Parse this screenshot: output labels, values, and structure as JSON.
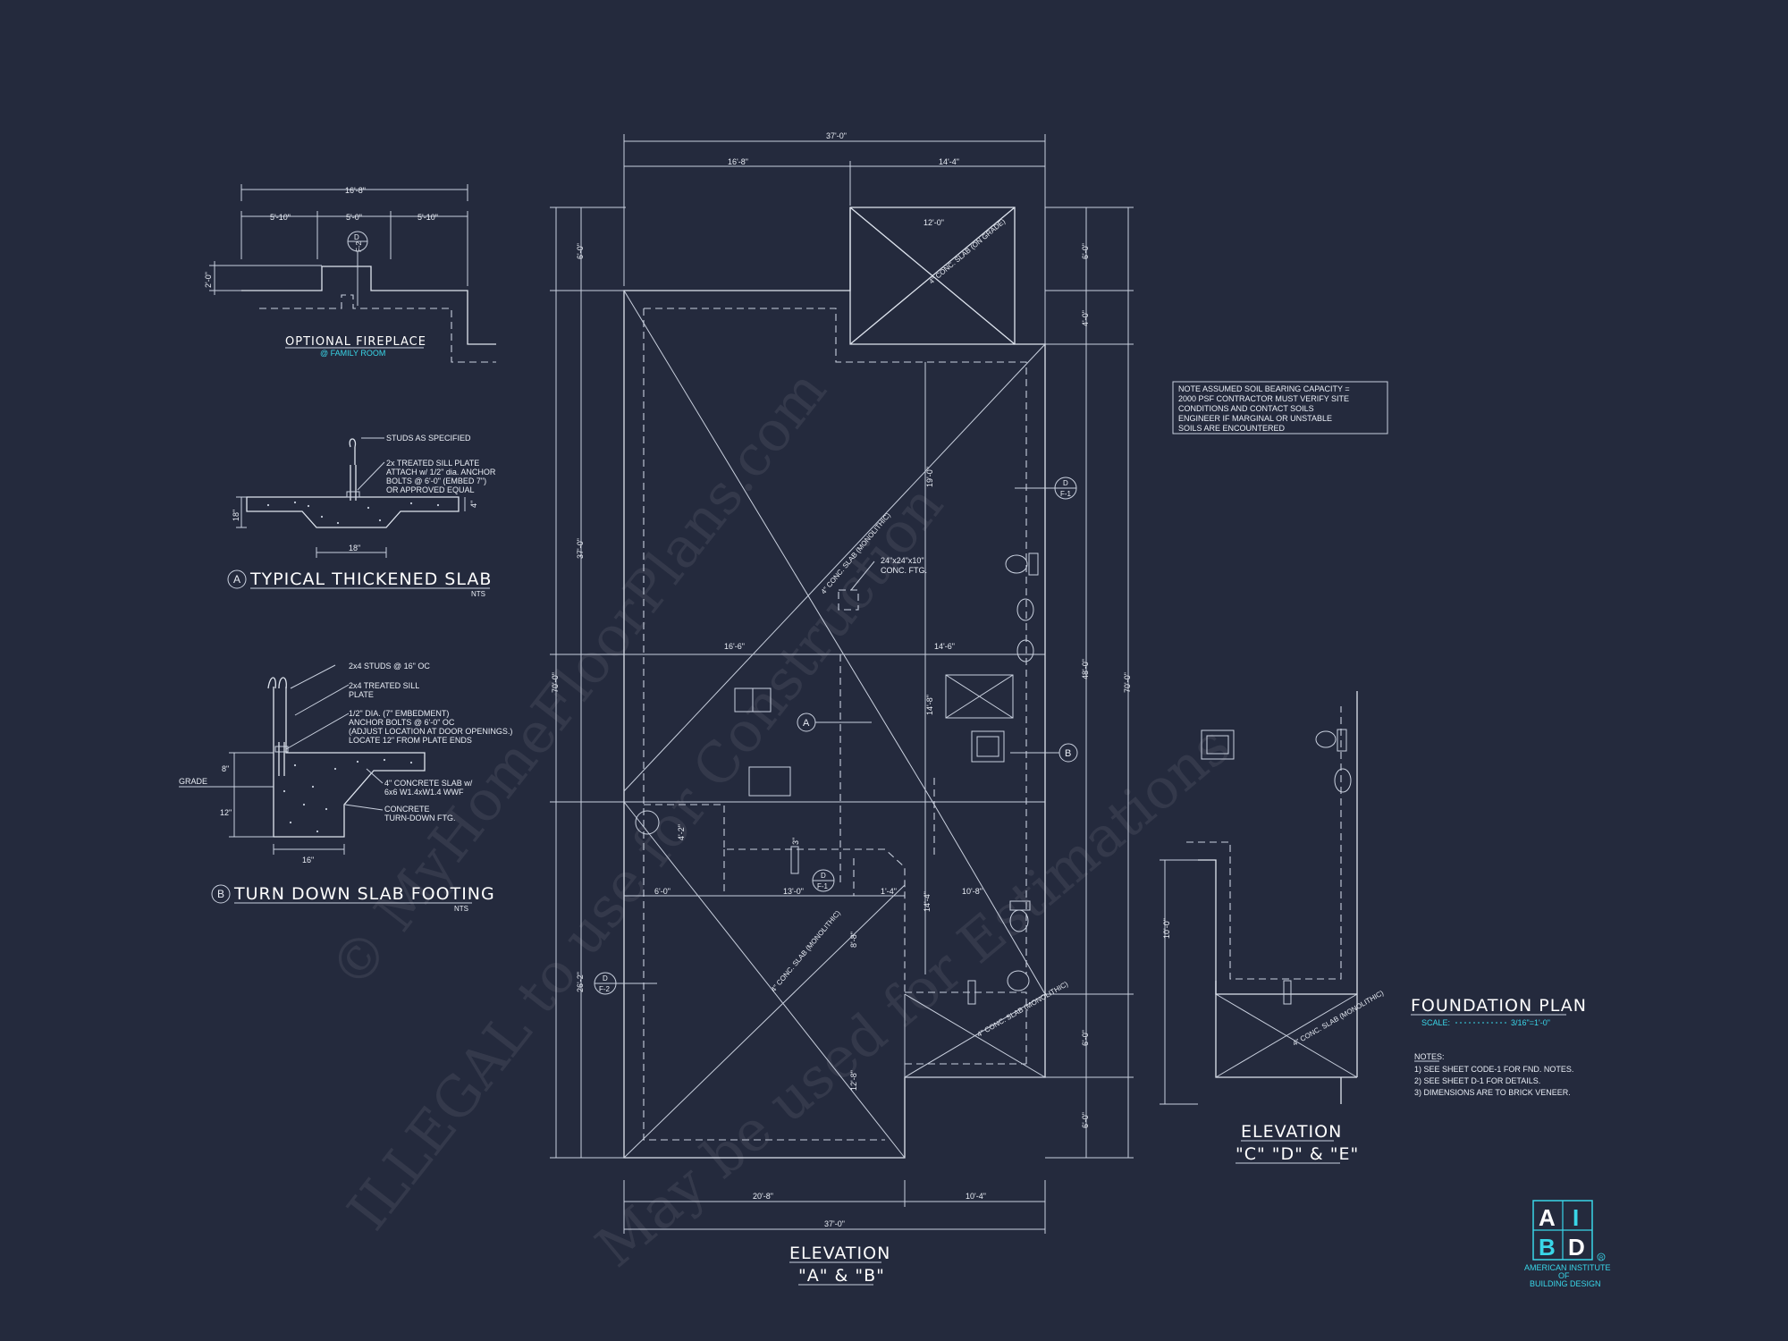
{
  "watermark": {
    "line1": "© MyHomeFloorPlans.com",
    "line2": "ILLEGAL to use for Construction",
    "line3": "May be used for Estimations"
  },
  "fireplace": {
    "title": "OPTIONAL FIREPLACE",
    "subtitle": "@ FAMILY ROOM",
    "dim_total": "16'-8\"",
    "dim_left": "5'-10\"",
    "dim_mid": "5'-0\"",
    "dim_right": "5'-10\"",
    "dim_depth": "2'-0\"",
    "tag_top": "D",
    "tag_bottom": "F-2"
  },
  "detail_a": {
    "marker": "A",
    "title": "TYPICAL THICKENED SLAB",
    "nts": "NTS",
    "note1": "STUDS AS SPECIFIED",
    "note2_lines": [
      "2x TREATED SILL PLATE",
      "ATTACH w/ 1/2\" dia. ANCHOR",
      "BOLTS @ 6'-0\" (EMBED 7\")",
      "OR APPROVED EQUAL"
    ],
    "dim_depth": "18\"",
    "dim_slab": "4\"",
    "dim_width": "18\""
  },
  "detail_b": {
    "marker": "B",
    "title": "TURN DOWN SLAB FOOTING",
    "nts": "NTS",
    "note1": "2x4 STUDS @ 16\" OC",
    "note2_lines": [
      "2x4 TREATED SILL",
      "PLATE"
    ],
    "note3_lines": [
      "1/2\" DIA. (7\" EMBEDMENT)",
      "ANCHOR BOLTS @ 6'-0\" OC",
      "(ADJUST LOCATION AT DOOR OPENINGS.)",
      "LOCATE 12\" FROM PLATE ENDS"
    ],
    "note4_lines": [
      "4\" CONCRETE SLAB w/",
      "6x6 W1.4xW1.4 WWF"
    ],
    "note5_lines": [
      "CONCRETE",
      "TURN-DOWN FTG."
    ],
    "grade": "GRADE",
    "dim_8": "8\"",
    "dim_12": "12\"",
    "dim_16": "16\""
  },
  "plan": {
    "top_total": "37'-0\"",
    "top_left": "16'-8\"",
    "top_right": "14'-4\"",
    "porch_width": "12'-0\"",
    "bottom_total": "37'-0\"",
    "bottom_left": "20'-8\"",
    "bottom_right": "10'-4\"",
    "left_top": "6'-0\"",
    "left_mid": "37'-0\"",
    "left_bottom": "26'-2\"",
    "left_total": "70'-0\"",
    "right_1": "6'-0\"",
    "right_2": "4'-0\"",
    "right_3": "48'-0\"",
    "right_4": "6'-0\"",
    "right_5": "6'-0\"",
    "right_total": "70'-0\"",
    "inner_19": "19'-0\"",
    "inner_16_6": "16'-6\"",
    "inner_14_6": "14'-6\"",
    "inner_14_8": "14'-8\"",
    "inner_6_0": "6'-0\"",
    "inner_13_0": "13'-0\"",
    "inner_1_4": "1'-4\"",
    "inner_10_8": "10'-8\"",
    "inner_14_4": "14'-4\"",
    "inner_8_8": "8'-8\"",
    "inner_12_8": "12'-8\"",
    "inner_4_2": "4'-2\"",
    "inner_3": "3\"",
    "slab_note1": "4\" CONC. SLAB (ON GRADE)",
    "slab_note2": "4\" CONC. SLAB (MONOLITHIC)",
    "ftg_note_lines": [
      "24\"x24\"x10\"",
      "CONC. FTG."
    ],
    "tag_a": "A",
    "tag_b": "B",
    "tag_d1_top": "D",
    "tag_d1_bottom": "F-1",
    "tag_d2_top": "D",
    "tag_d2_bottom": "F-1",
    "tag_d3_top": "D",
    "tag_d3_bottom": "F-2"
  },
  "soil_note_lines": [
    "NOTE ASSUMED SOIL BEARING CAPACITY =",
    "2000 PSF CONTRACTOR MUST VERIFY SITE",
    "CONDITIONS AND CONTACT SOILS",
    "ENGINEER IF MARGINAL OR UNSTABLE",
    "SOILS ARE ENCOUNTERED"
  ],
  "elevation_ab": {
    "line1": "ELEVATION",
    "line2": "\"A\" & \"B\""
  },
  "elevation_cde": {
    "line1": "ELEVATION",
    "line2": "\"C\" \"D\" & \"E\"",
    "dim": "10'-0\""
  },
  "foundation": {
    "title": "FOUNDATION PLAN",
    "scale_label": "SCALE:",
    "scale_value": "3/16\"=1'-0\"",
    "notes_title": "NOTES:",
    "notes": [
      "1)  SEE SHEET CODE-1 FOR FND. NOTES.",
      "2)  SEE SHEET D-1 FOR DETAILS.",
      "3)  DIMENSIONS ARE TO BRICK VENEER."
    ]
  },
  "logo": {
    "letters": [
      "A",
      "I",
      "B",
      "D"
    ],
    "line1": "AMERICAN INSTITUTE",
    "line2": "OF",
    "line3": "BUILDING DESIGN",
    "reg": "R",
    "accent": "#39d6e8"
  }
}
